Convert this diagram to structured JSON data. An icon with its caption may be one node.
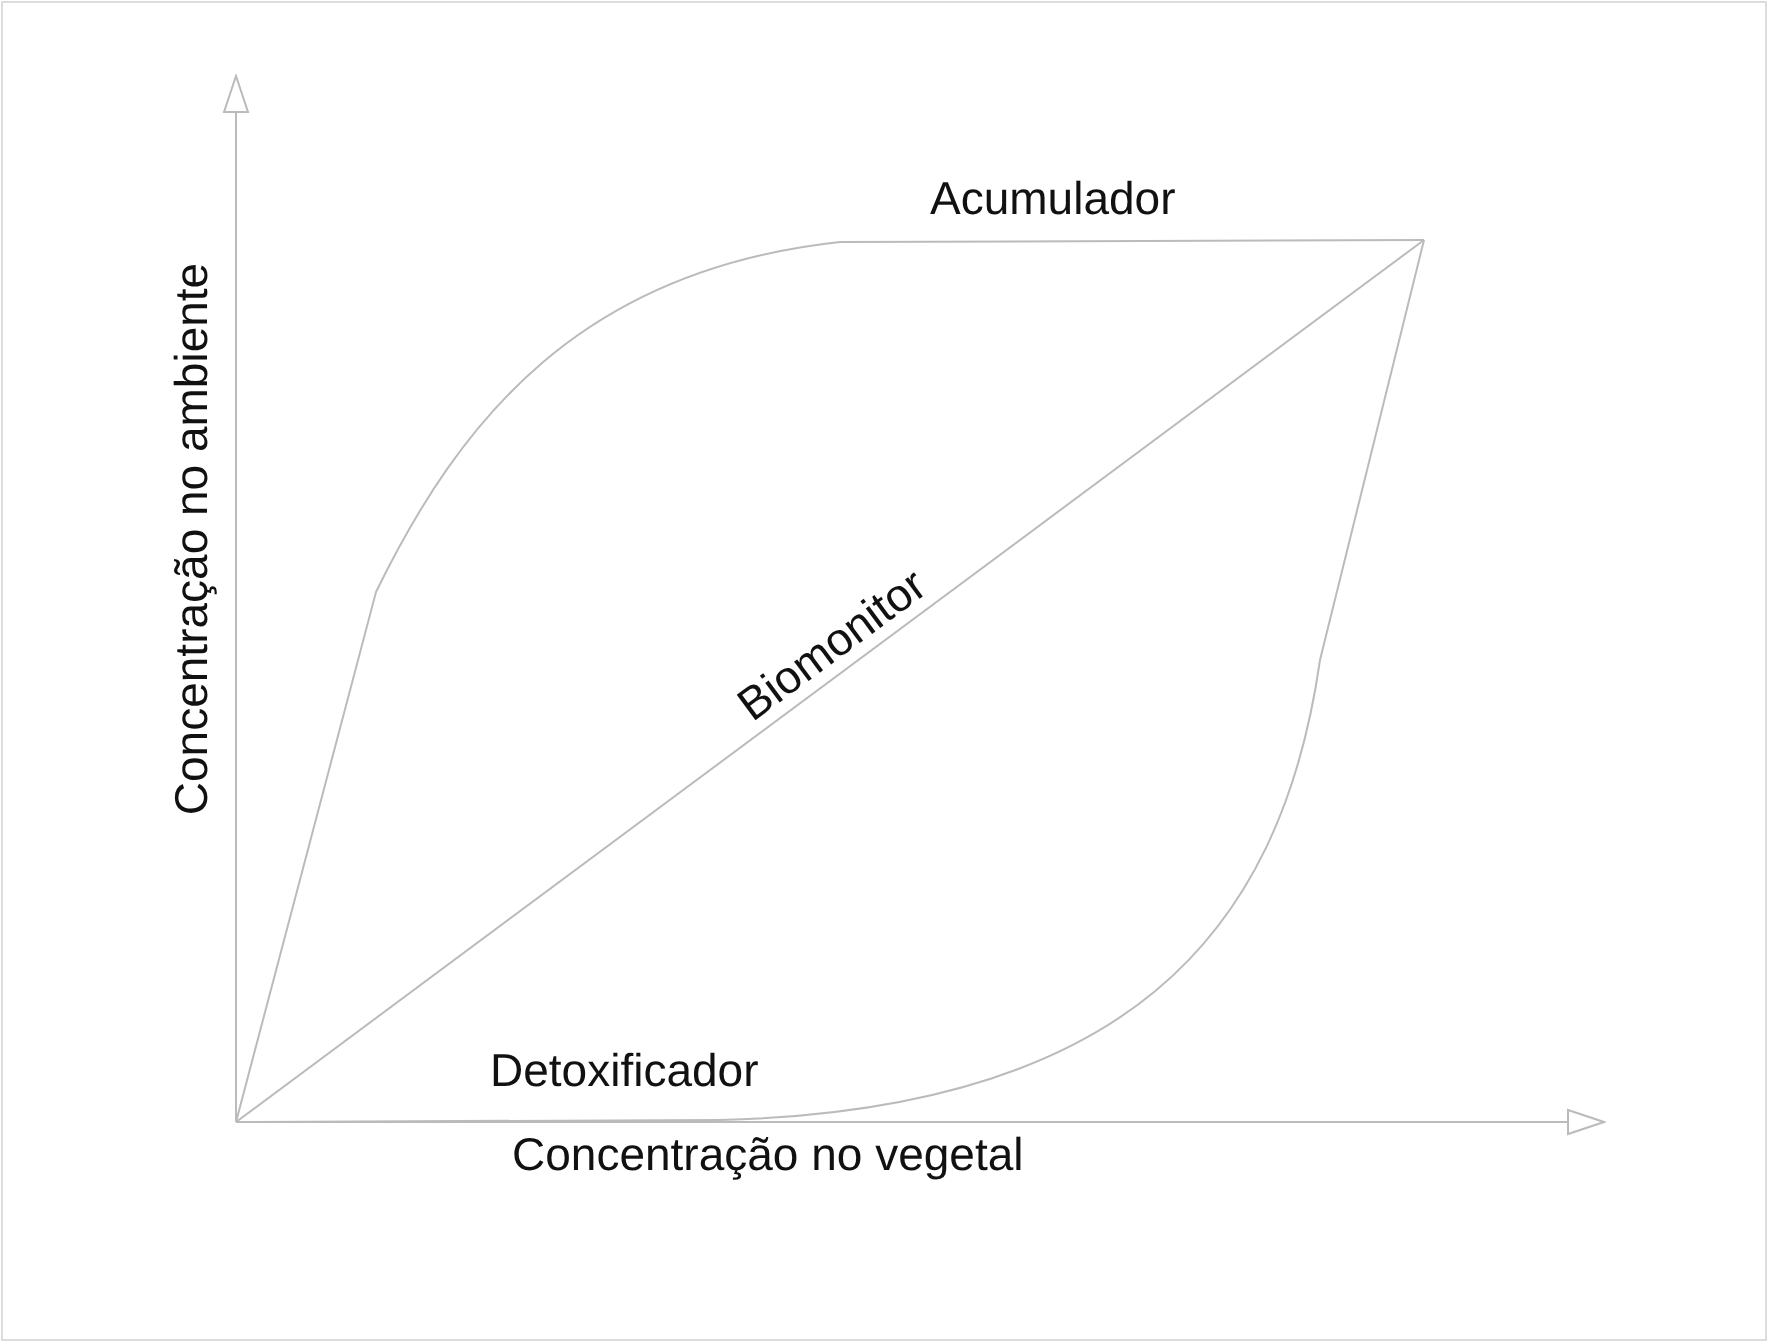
{
  "diagram": {
    "labels": [
      "Acumulador",
      "Concentração no ambiente",
      "Biomonitor",
      "Detoxificador",
      "Concentração no vegetal"
    ]
  }
}
